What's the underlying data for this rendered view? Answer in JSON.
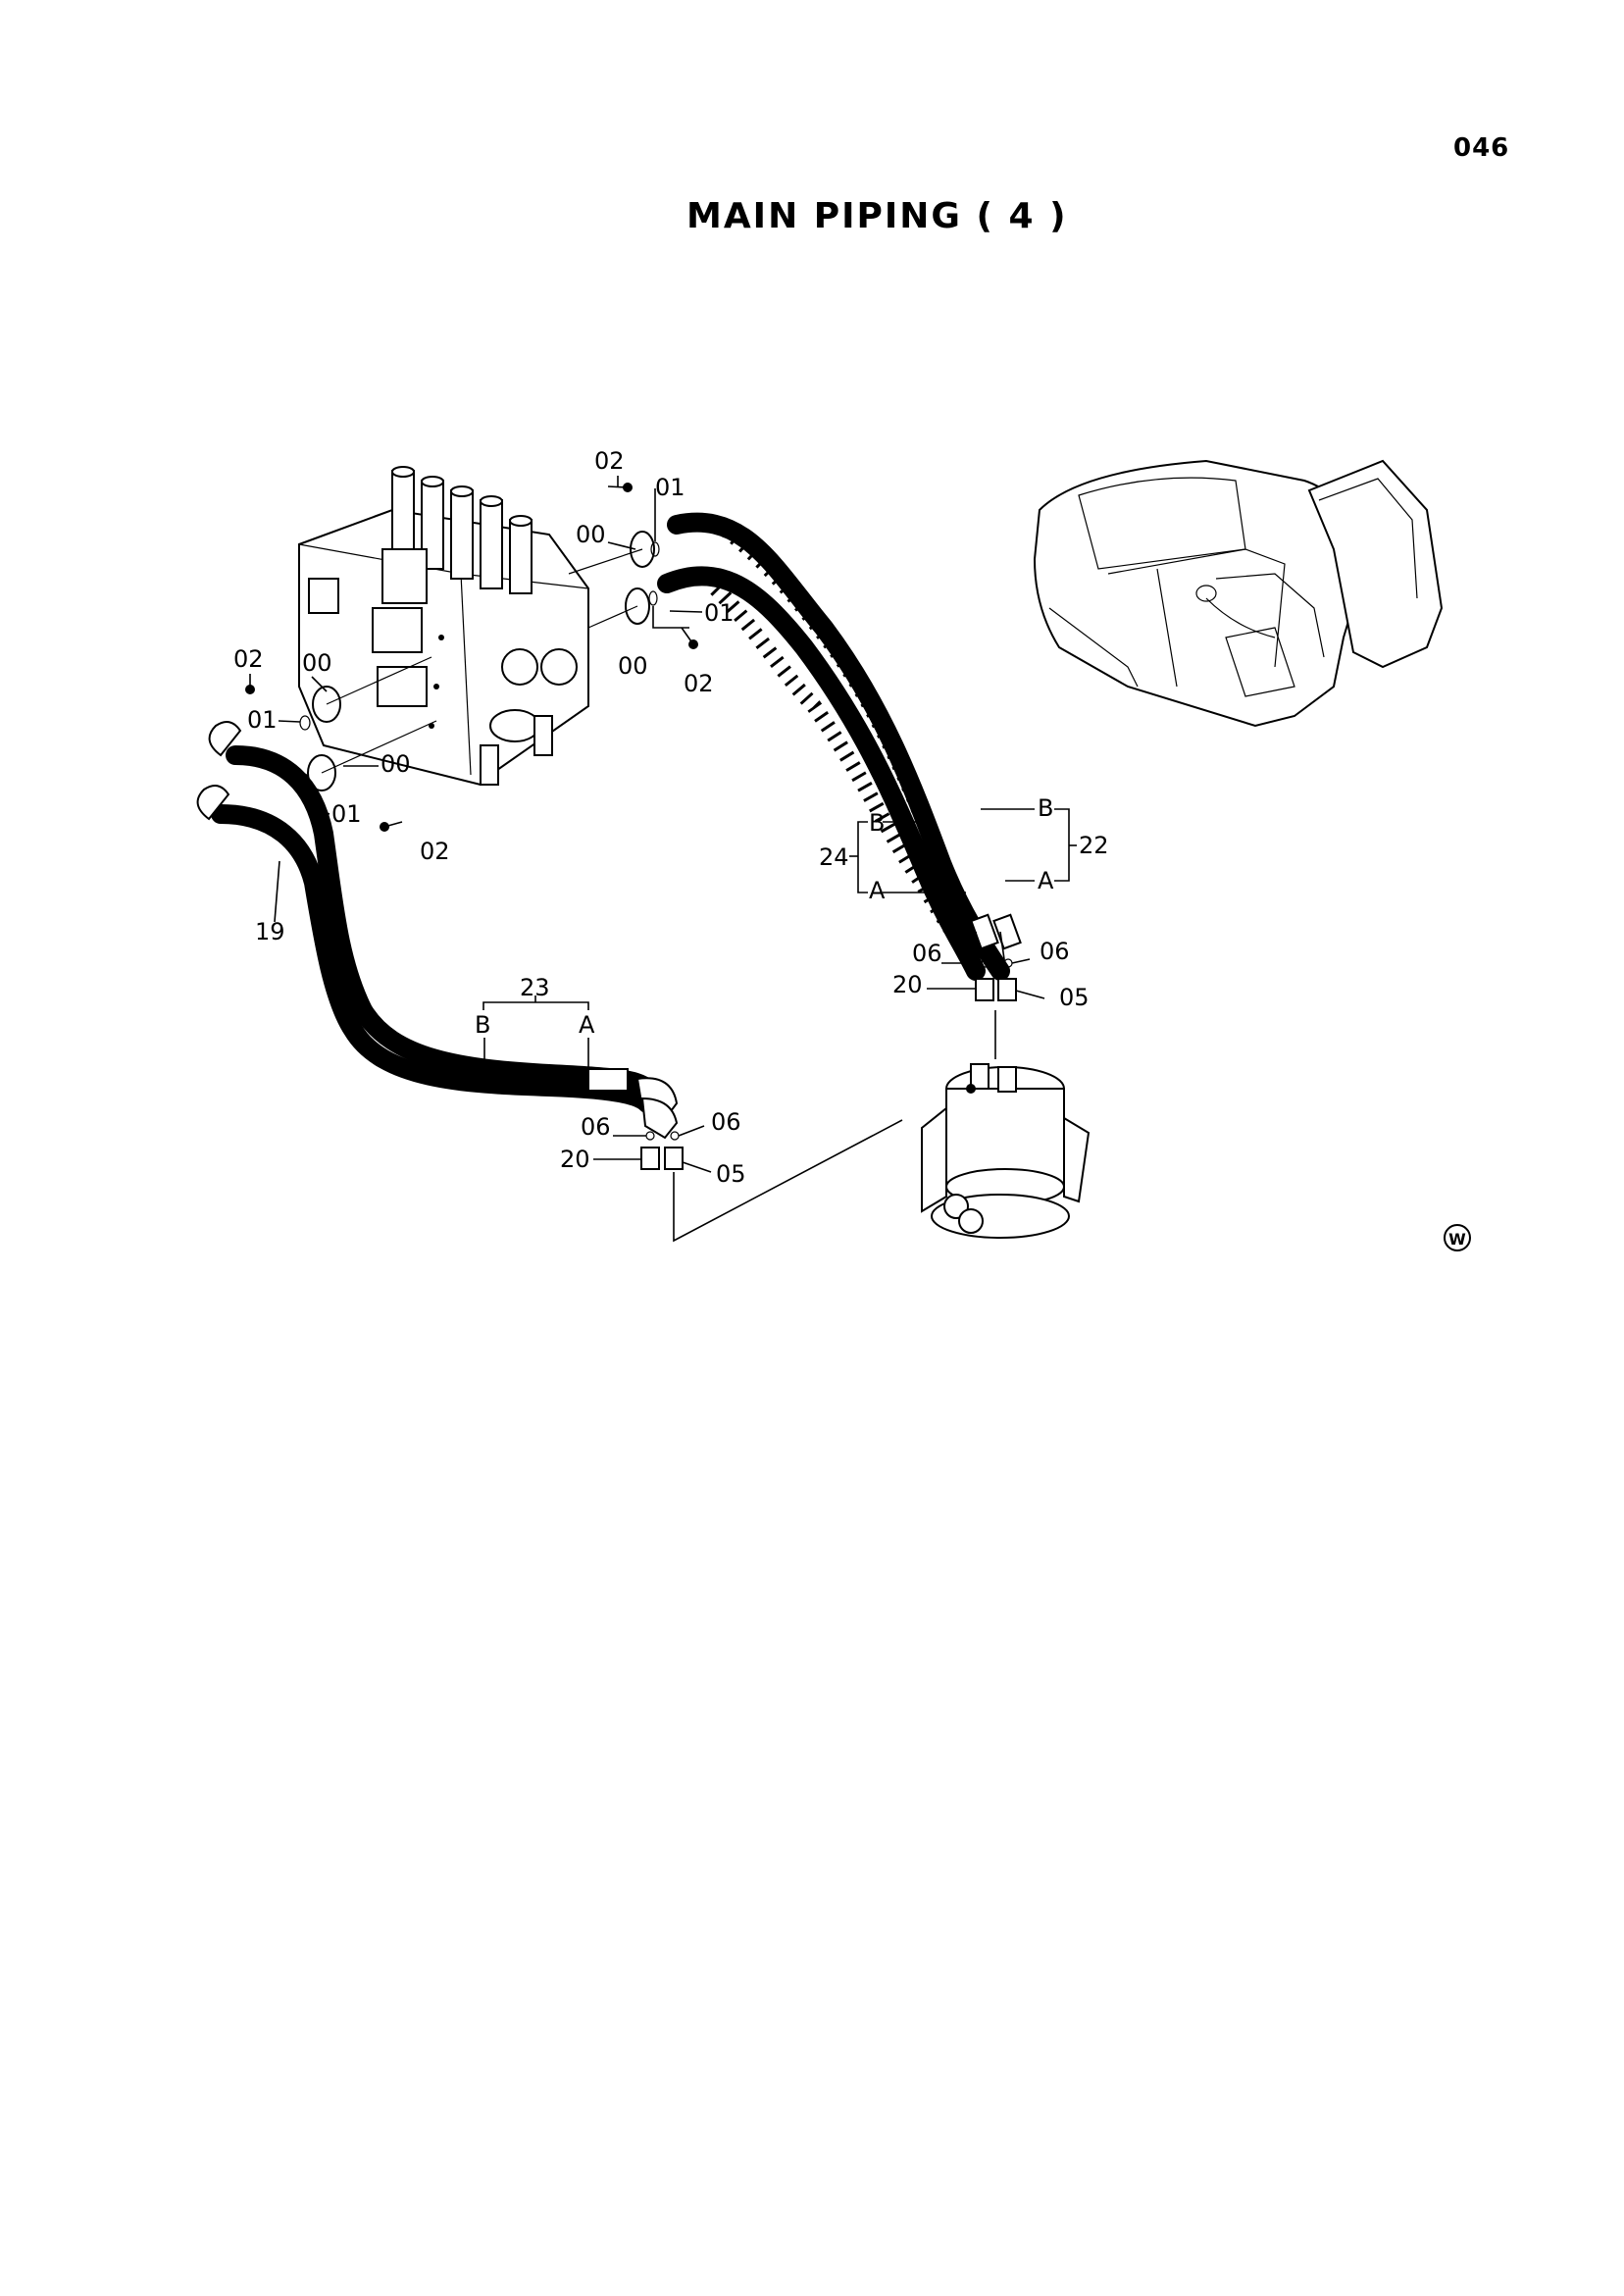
{
  "page": {
    "number": "046",
    "title": "MAIN PIPING ( 4 )"
  },
  "callouts": {
    "top_02": "02",
    "top_01": "01",
    "top_00": "00",
    "mid_00": "00",
    "mid_01": "01",
    "mid_02": "02",
    "left_02": "02",
    "left_00": "00",
    "left_01": "01",
    "low_00": "00",
    "low_01": "01",
    "low_02": "02",
    "hose_19": "19",
    "group_23": "23",
    "group_23_b": "B",
    "group_23_a": "A",
    "group_24": "24",
    "group_22": "22",
    "group_24_b": "B",
    "group_24_a": "A",
    "group_22_b": "B",
    "group_22_a": "A",
    "right_06_l": "06",
    "right_06_r": "06",
    "right_20": "20",
    "right_05": "05",
    "left_06_l": "06",
    "left_06_r": "06",
    "left_20": "20",
    "left_05": "05"
  },
  "mark": {
    "symbol": "W"
  }
}
